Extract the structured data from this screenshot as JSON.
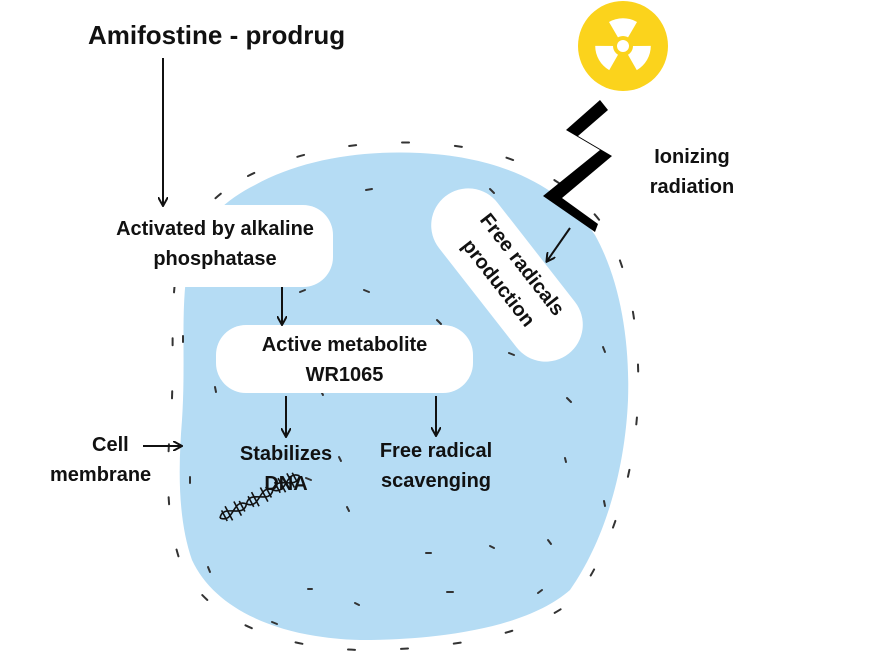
{
  "diagram": {
    "title": "Amifostine - prodrug",
    "activation": [
      "Activated by alkaline",
      "phosphatase"
    ],
    "active_metabolite": [
      "Active metabolite",
      "WR1065"
    ],
    "outcome_left": [
      "Stabilizes",
      "DNA"
    ],
    "outcome_right": [
      "Free radical",
      "scavenging"
    ],
    "free_radicals_box": [
      "Free radicals",
      "production"
    ],
    "radiation_label": [
      "Ionizing",
      "radiation"
    ],
    "membrane_label": [
      "Cell",
      "membrane"
    ]
  },
  "colors": {
    "cell_fill": "#b5dcf4",
    "box_fill": "#ffffff",
    "radiation_yellow": "#fbd31c",
    "lightning": "#000000",
    "text": "#111111"
  },
  "icons": [
    "radiation-hazard-icon",
    "lightning-bolt-icon",
    "dna-helix-icon"
  ]
}
